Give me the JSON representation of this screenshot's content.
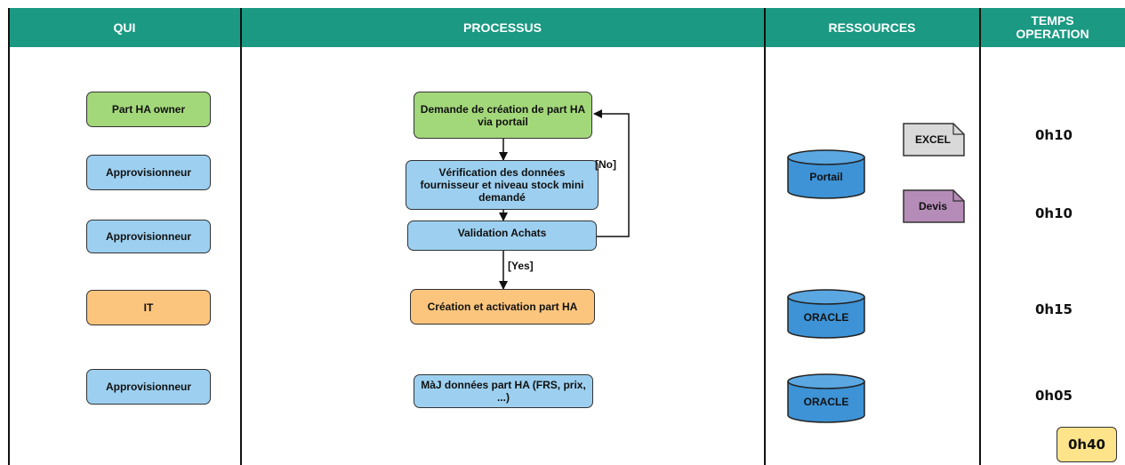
{
  "headers": {
    "qui": "QUI",
    "processus": "PROCESSUS",
    "ressources": "RESSOURCES",
    "temps_line1": "TEMPS",
    "temps_line2": "OPERATION"
  },
  "qui": [
    "Part HA owner",
    "Approvisionneur",
    "Approvisionneur",
    "IT",
    "Approvisionneur"
  ],
  "processus": {
    "step1": "Demande de création de part HA via portail",
    "step2": "Vérification des données fournisseur et niveau stock mini demandé",
    "step3": "Validation Achats",
    "step4": "Création et activation part HA",
    "step5": "MàJ données part HA (FRS, prix, ...)",
    "label_no": "[No]",
    "label_yes": "[Yes]"
  },
  "ressources": {
    "cylinders": [
      "Portail",
      "ORACLE",
      "ORACLE"
    ],
    "documents": [
      "EXCEL",
      "Devis"
    ]
  },
  "temps": [
    "0h10",
    "0h10",
    "0h15",
    "0h05"
  ],
  "total": "0h40",
  "colors": {
    "header": "#1b9982",
    "green": "#a3d87a",
    "blue": "#9dd0f0",
    "orange": "#fcc57d",
    "cylinder": "#3d93d6",
    "doc_gray": "#d9d9d9",
    "doc_purple": "#b58cb8",
    "total": "#fde38a"
  }
}
